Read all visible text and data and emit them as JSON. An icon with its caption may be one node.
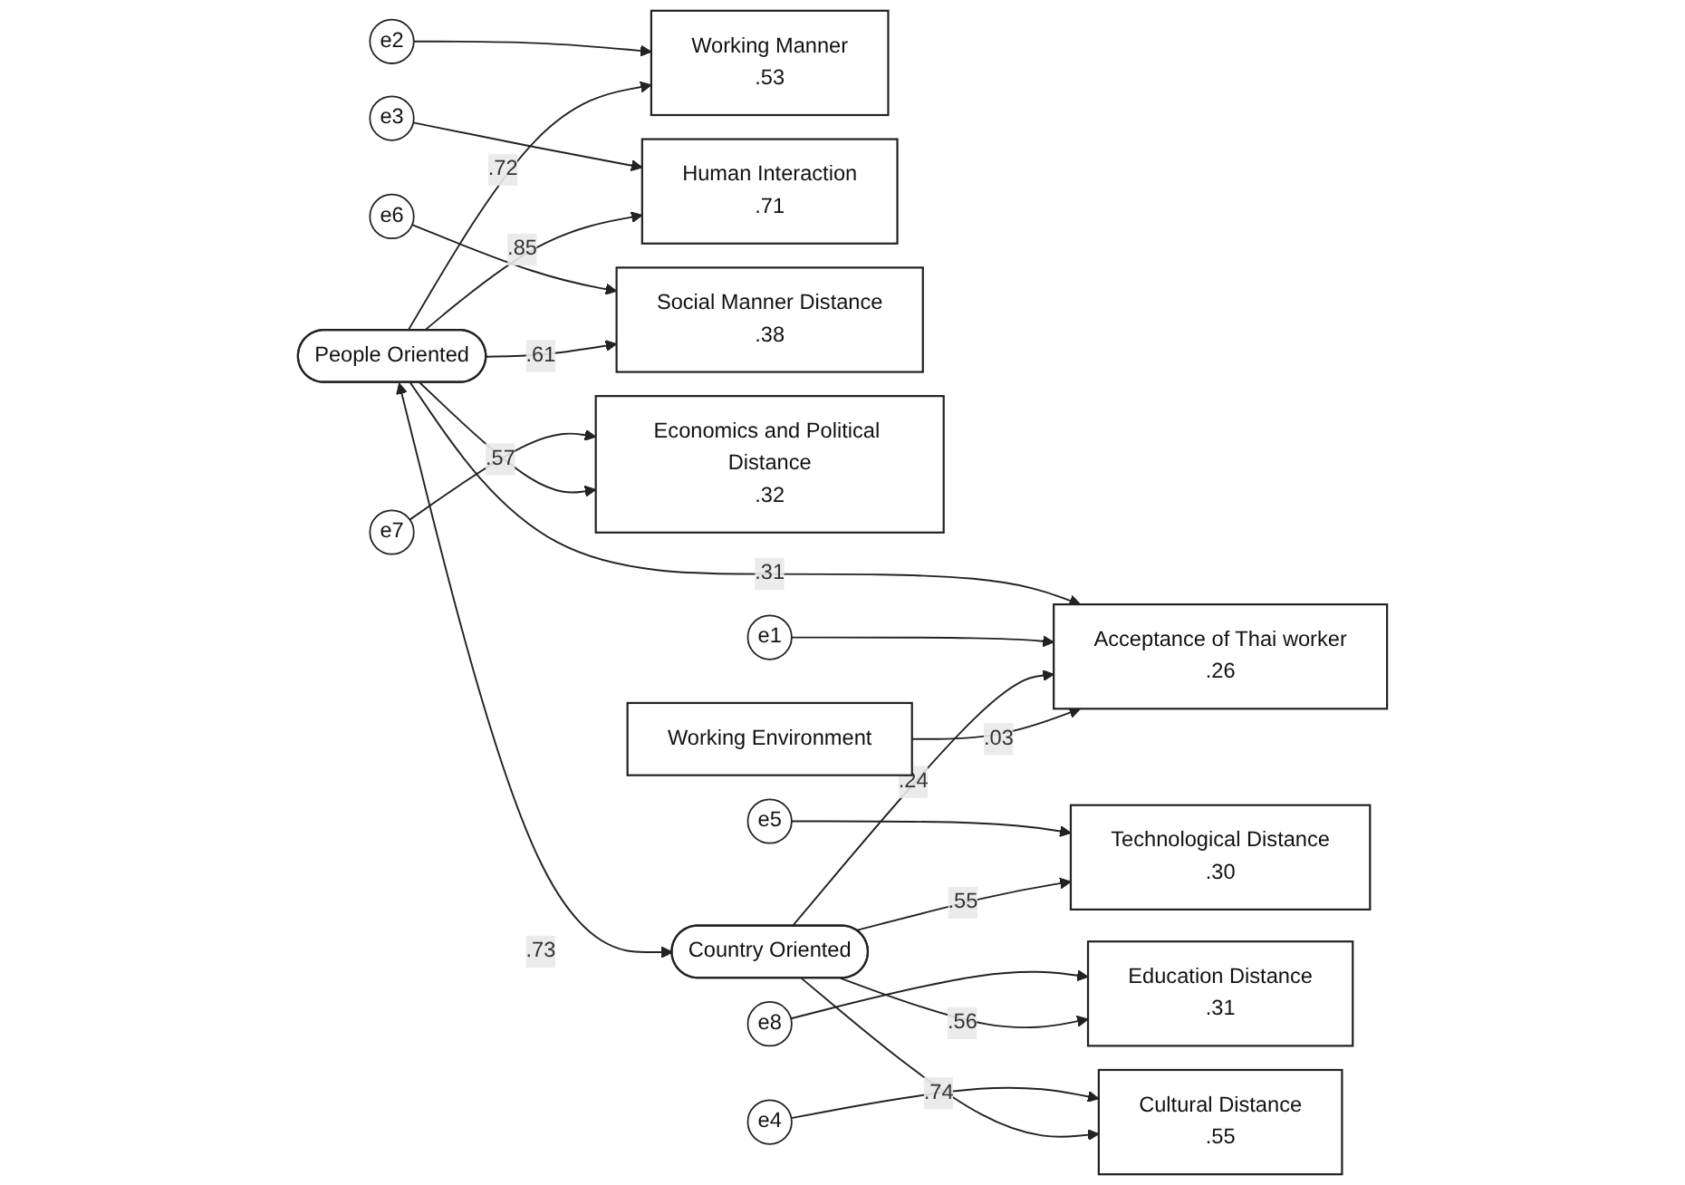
{
  "diagram": {
    "nodes": [
      {
        "text": [
          "e2"
        ]
      },
      {
        "text": [
          "Working Manner",
          ".53"
        ]
      },
      {
        "text": [
          "e3"
        ]
      },
      {
        "text": [
          "Human Interaction",
          ".71"
        ]
      },
      {
        "text": [
          "e6"
        ]
      },
      {
        "text": [
          "Social Manner Distance",
          ".38"
        ]
      },
      {
        "text": [
          "e7"
        ]
      },
      {
        "text": [
          "Economics and Political Distance",
          ".32"
        ]
      },
      {
        "text": [
          "People Oriented"
        ]
      },
      {
        "text": [
          "e1"
        ]
      },
      {
        "text": [
          "Acceptance of Thai worker",
          ".26"
        ]
      },
      {
        "text": [
          "e5"
        ]
      },
      {
        "text": [
          "Technological Distance",
          ".30"
        ]
      },
      {
        "text": [
          "e8"
        ]
      },
      {
        "text": [
          "Education Distance",
          ".31"
        ]
      },
      {
        "text": [
          "Country Oriented"
        ]
      },
      {
        "text": [
          "e4"
        ]
      },
      {
        "text": [
          "Cultural Distance",
          ".55"
        ]
      },
      {
        "text": [
          "Working Environment"
        ]
      }
    ],
    "edges": [
      {
        "from": 0,
        "to": 1,
        "arrow": "to"
      },
      {
        "from": 2,
        "to": 3,
        "arrow": "to"
      },
      {
        "from": 4,
        "to": 5,
        "arrow": "to"
      },
      {
        "from": 6,
        "to": 7,
        "arrow": "to"
      },
      {
        "from": 8,
        "to": 1,
        "arrow": "to",
        "label": ".72"
      },
      {
        "from": 8,
        "to": 3,
        "arrow": "to",
        "label": ".85"
      },
      {
        "from": 8,
        "to": 5,
        "arrow": "to",
        "label": ".61"
      },
      {
        "from": 8,
        "to": 7,
        "arrow": "to",
        "label": ".57"
      },
      {
        "from": 8,
        "to": 10,
        "arrow": "to",
        "label": ".31"
      },
      {
        "from": 9,
        "to": 10,
        "arrow": "to"
      },
      {
        "from": 8,
        "to": 15,
        "arrow": "both",
        "label": ".73"
      },
      {
        "from": 11,
        "to": 12,
        "arrow": "to"
      },
      {
        "from": 13,
        "to": 14,
        "arrow": "to"
      },
      {
        "from": 16,
        "to": 17,
        "arrow": "to"
      },
      {
        "from": 15,
        "to": 12,
        "arrow": "to",
        "label": ".55"
      },
      {
        "from": 15,
        "to": 14,
        "arrow": "to",
        "label": ".56"
      },
      {
        "from": 15,
        "to": 17,
        "arrow": "to",
        "label": ".74"
      },
      {
        "from": 15,
        "to": 10,
        "arrow": "to",
        "label": ".24"
      },
      {
        "from": 18,
        "to": 10,
        "arrow": "to",
        "label": ".03"
      }
    ]
  }
}
